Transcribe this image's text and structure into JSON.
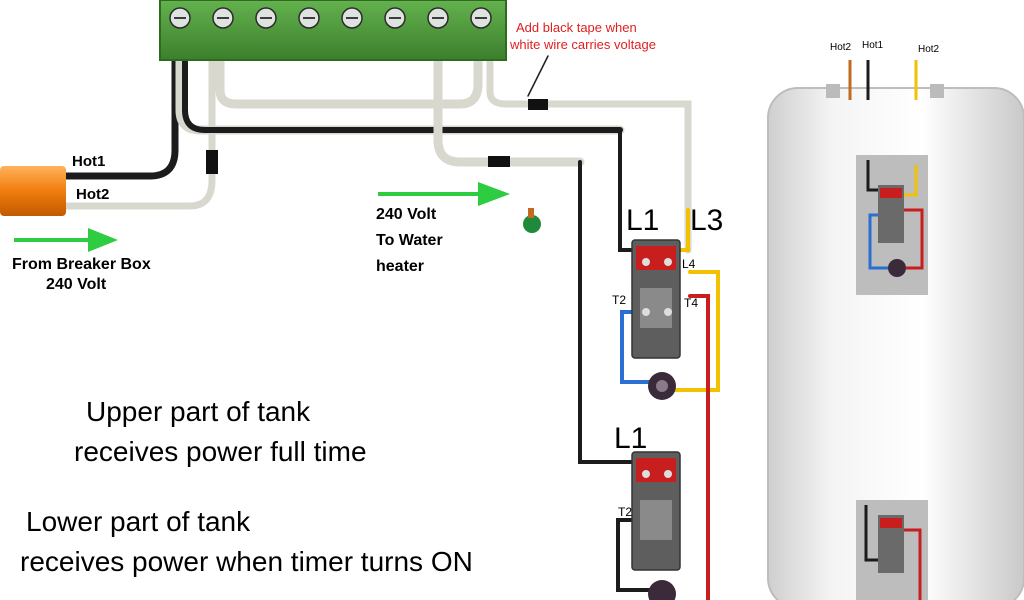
{
  "labels": {
    "hot1": "Hot1",
    "hot2": "Hot2",
    "from_breaker_line1": "From Breaker Box",
    "from_breaker_line2": "240 Volt",
    "volt_line1": "240 Volt",
    "volt_line2": "To Water",
    "volt_line3": "heater",
    "tape_note_line1": "Add black tape when",
    "tape_note_line2": "white wire carries voltage",
    "l1_upper": "L1",
    "l3": "L3",
    "l4": "L4",
    "t2_upper": "T2",
    "t4": "T4",
    "l1_lower": "L1",
    "t2_lower": "T2",
    "tank_hot2_left": "Hot2",
    "tank_hot1": "Hot1",
    "tank_hot2_right": "Hot2",
    "upper_line1": "Upper part of tank",
    "upper_line2": "receives power full time",
    "lower_line1": "Lower part of tank",
    "lower_line2": "receives power when timer turns ON"
  },
  "colors": {
    "terminal_block": "#4f9a3c",
    "cable_sheath": "#d9d8cf",
    "conduit": "#f07d0e",
    "arrow": "#2ecc40",
    "note_text": "#e02020",
    "wire_black": "#1c1c1c",
    "wire_yellow": "#f2c200",
    "wire_red": "#c81e1e",
    "wire_blue": "#2a6fd1",
    "tank": "#eeeeee"
  }
}
